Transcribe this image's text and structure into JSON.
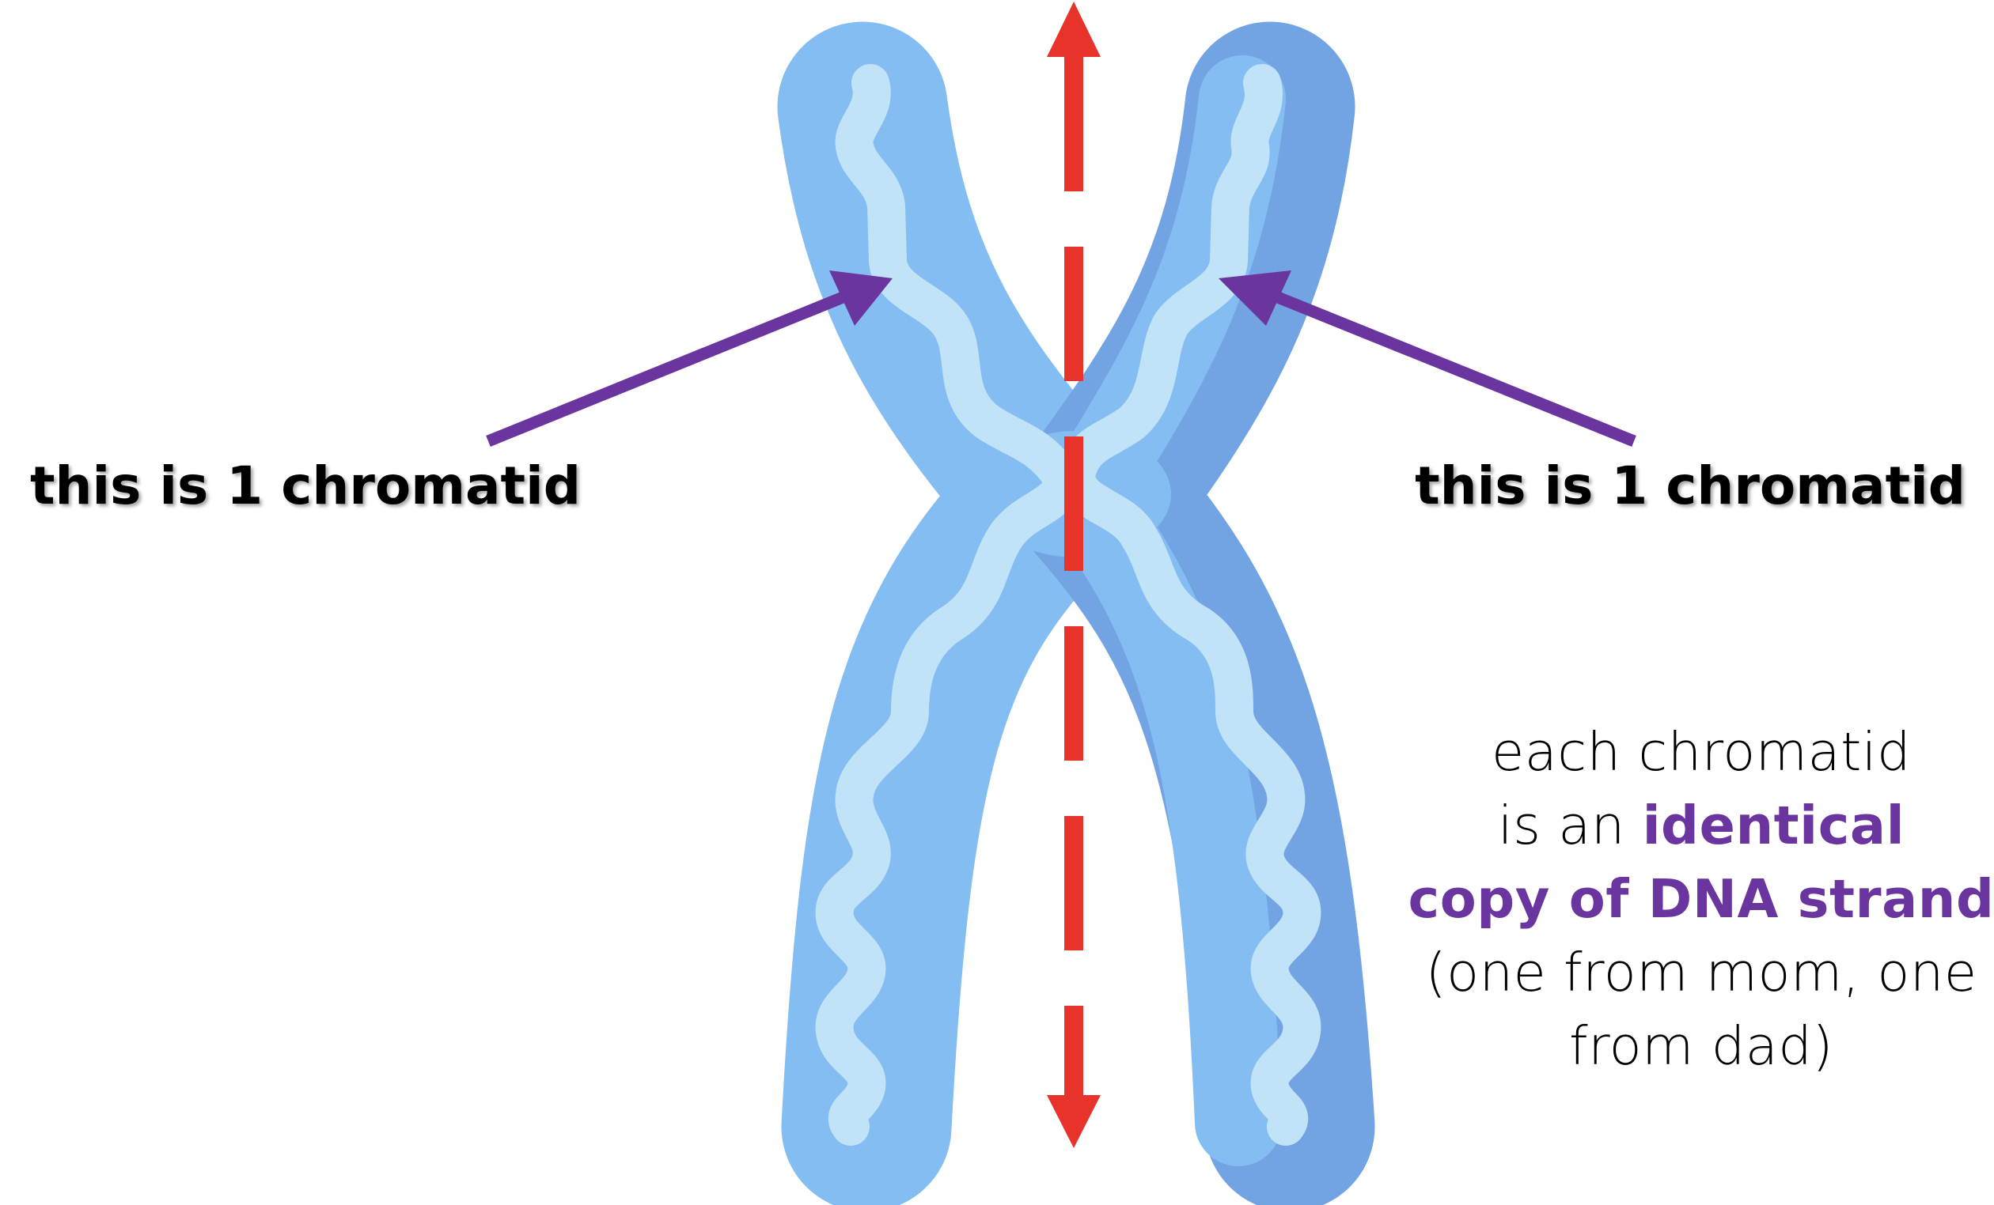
{
  "labels": {
    "left": "this is 1 chromatid",
    "right": "this is 1 chromatid"
  },
  "explanation": {
    "line1": "each chromatid",
    "line2_prefix": "is an ",
    "line2_highlight": "identical",
    "line3_highlight": "copy of DNA strand",
    "line4": "(one from mom, one",
    "line5": "from dad)"
  },
  "colors": {
    "chromatid_left": "#84bdf2",
    "chromatid_right_shade": "#72a4e4",
    "dna_strand": "#c0e3f7",
    "axis_arrow": "#e8332a",
    "pointer_arrow": "#6b35a0",
    "highlight_text": "#6b35a0"
  }
}
